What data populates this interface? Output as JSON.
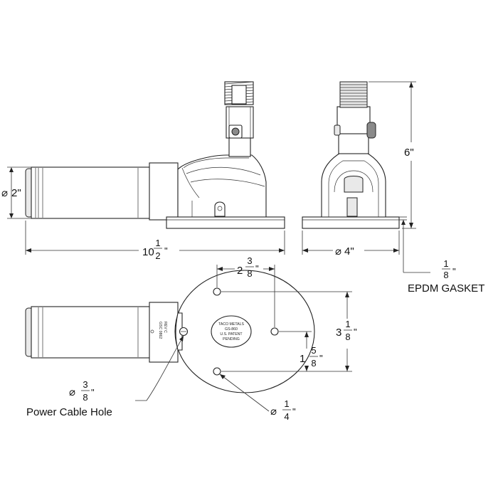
{
  "dimensions": {
    "diameter_2": {
      "symbol": "⌀",
      "value": "2\""
    },
    "length": {
      "whole": "10",
      "num": "1",
      "den": "2",
      "unit": "\""
    },
    "base_width": {
      "symbol": "⌀",
      "value": "4\""
    },
    "height": {
      "value": "6\""
    },
    "gasket": {
      "num": "1",
      "den": "8",
      "unit": "\"",
      "label": "EPDM GASKET"
    },
    "hole_spacing_x": {
      "whole": "2",
      "num": "3",
      "den": "8",
      "unit": "\""
    },
    "hole_spacing_y": {
      "whole": "3",
      "num": "1",
      "den": "8",
      "unit": "\""
    },
    "hole_offset_y": {
      "whole": "1",
      "num": "5",
      "den": "8",
      "unit": "\""
    },
    "mount_hole": {
      "symbol": "⌀",
      "num": "1",
      "den": "4",
      "unit": "\""
    },
    "cable_hole": {
      "symbol": "⌀",
      "num": "3",
      "den": "8",
      "unit": "\"",
      "label": "Power Cable Hole"
    }
  },
  "plate_text": [
    "TACO METALS",
    "GS-860",
    "U.S. PATENT",
    "PENDING"
  ],
  "side_marking": [
    "GSC 0862",
    "REV C"
  ]
}
